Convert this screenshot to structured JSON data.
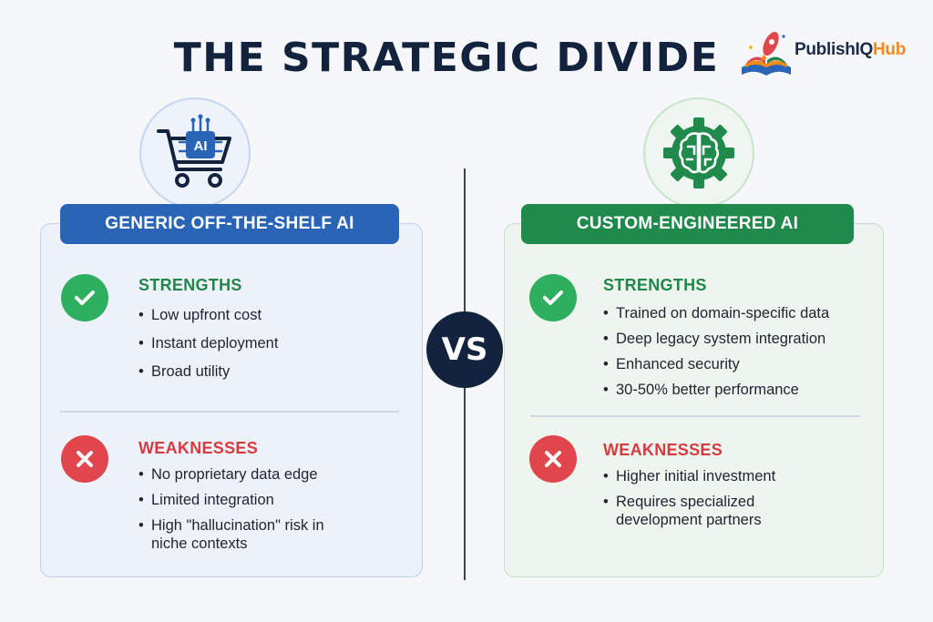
{
  "title": "THE STRATEGIC DIVIDE",
  "logo": {
    "brand": "PublishIQ",
    "brand_suffix": "Hub",
    "icon": "book-rocket-logo"
  },
  "vs_label": "VS",
  "left": {
    "heading": "GENERIC OFF-THE-SHELF AI",
    "icon": "ai-shopping-cart-icon",
    "icon_chip_text": "AI",
    "accent": "#2a64b7",
    "strengths_title": "STRENGTHS",
    "strengths": [
      "Low upfront cost",
      "Instant deployment",
      "Broad utility"
    ],
    "weaknesses_title": "WEAKNESSES",
    "weaknesses": [
      "No proprietary data edge",
      "Limited integration",
      "High \"hallucination\" risk in niche contexts"
    ]
  },
  "right": {
    "heading": "CUSTOM-ENGINEERED AI",
    "icon": "brain-gear-icon",
    "accent": "#1f8a4c",
    "strengths_title": "STRENGTHS",
    "strengths": [
      "Trained on domain-specific data",
      "Deep legacy system integration",
      "Enhanced security",
      "30-50% better performance"
    ],
    "weaknesses_title": "WEAKNESSES",
    "weaknesses": [
      "Higher initial investment",
      "Requires specialized development partners"
    ]
  },
  "colors": {
    "navy": "#14233d",
    "blue": "#2a64b7",
    "green": "#1f8a4c",
    "check": "#2eae5f",
    "cross": "#e0464b"
  }
}
